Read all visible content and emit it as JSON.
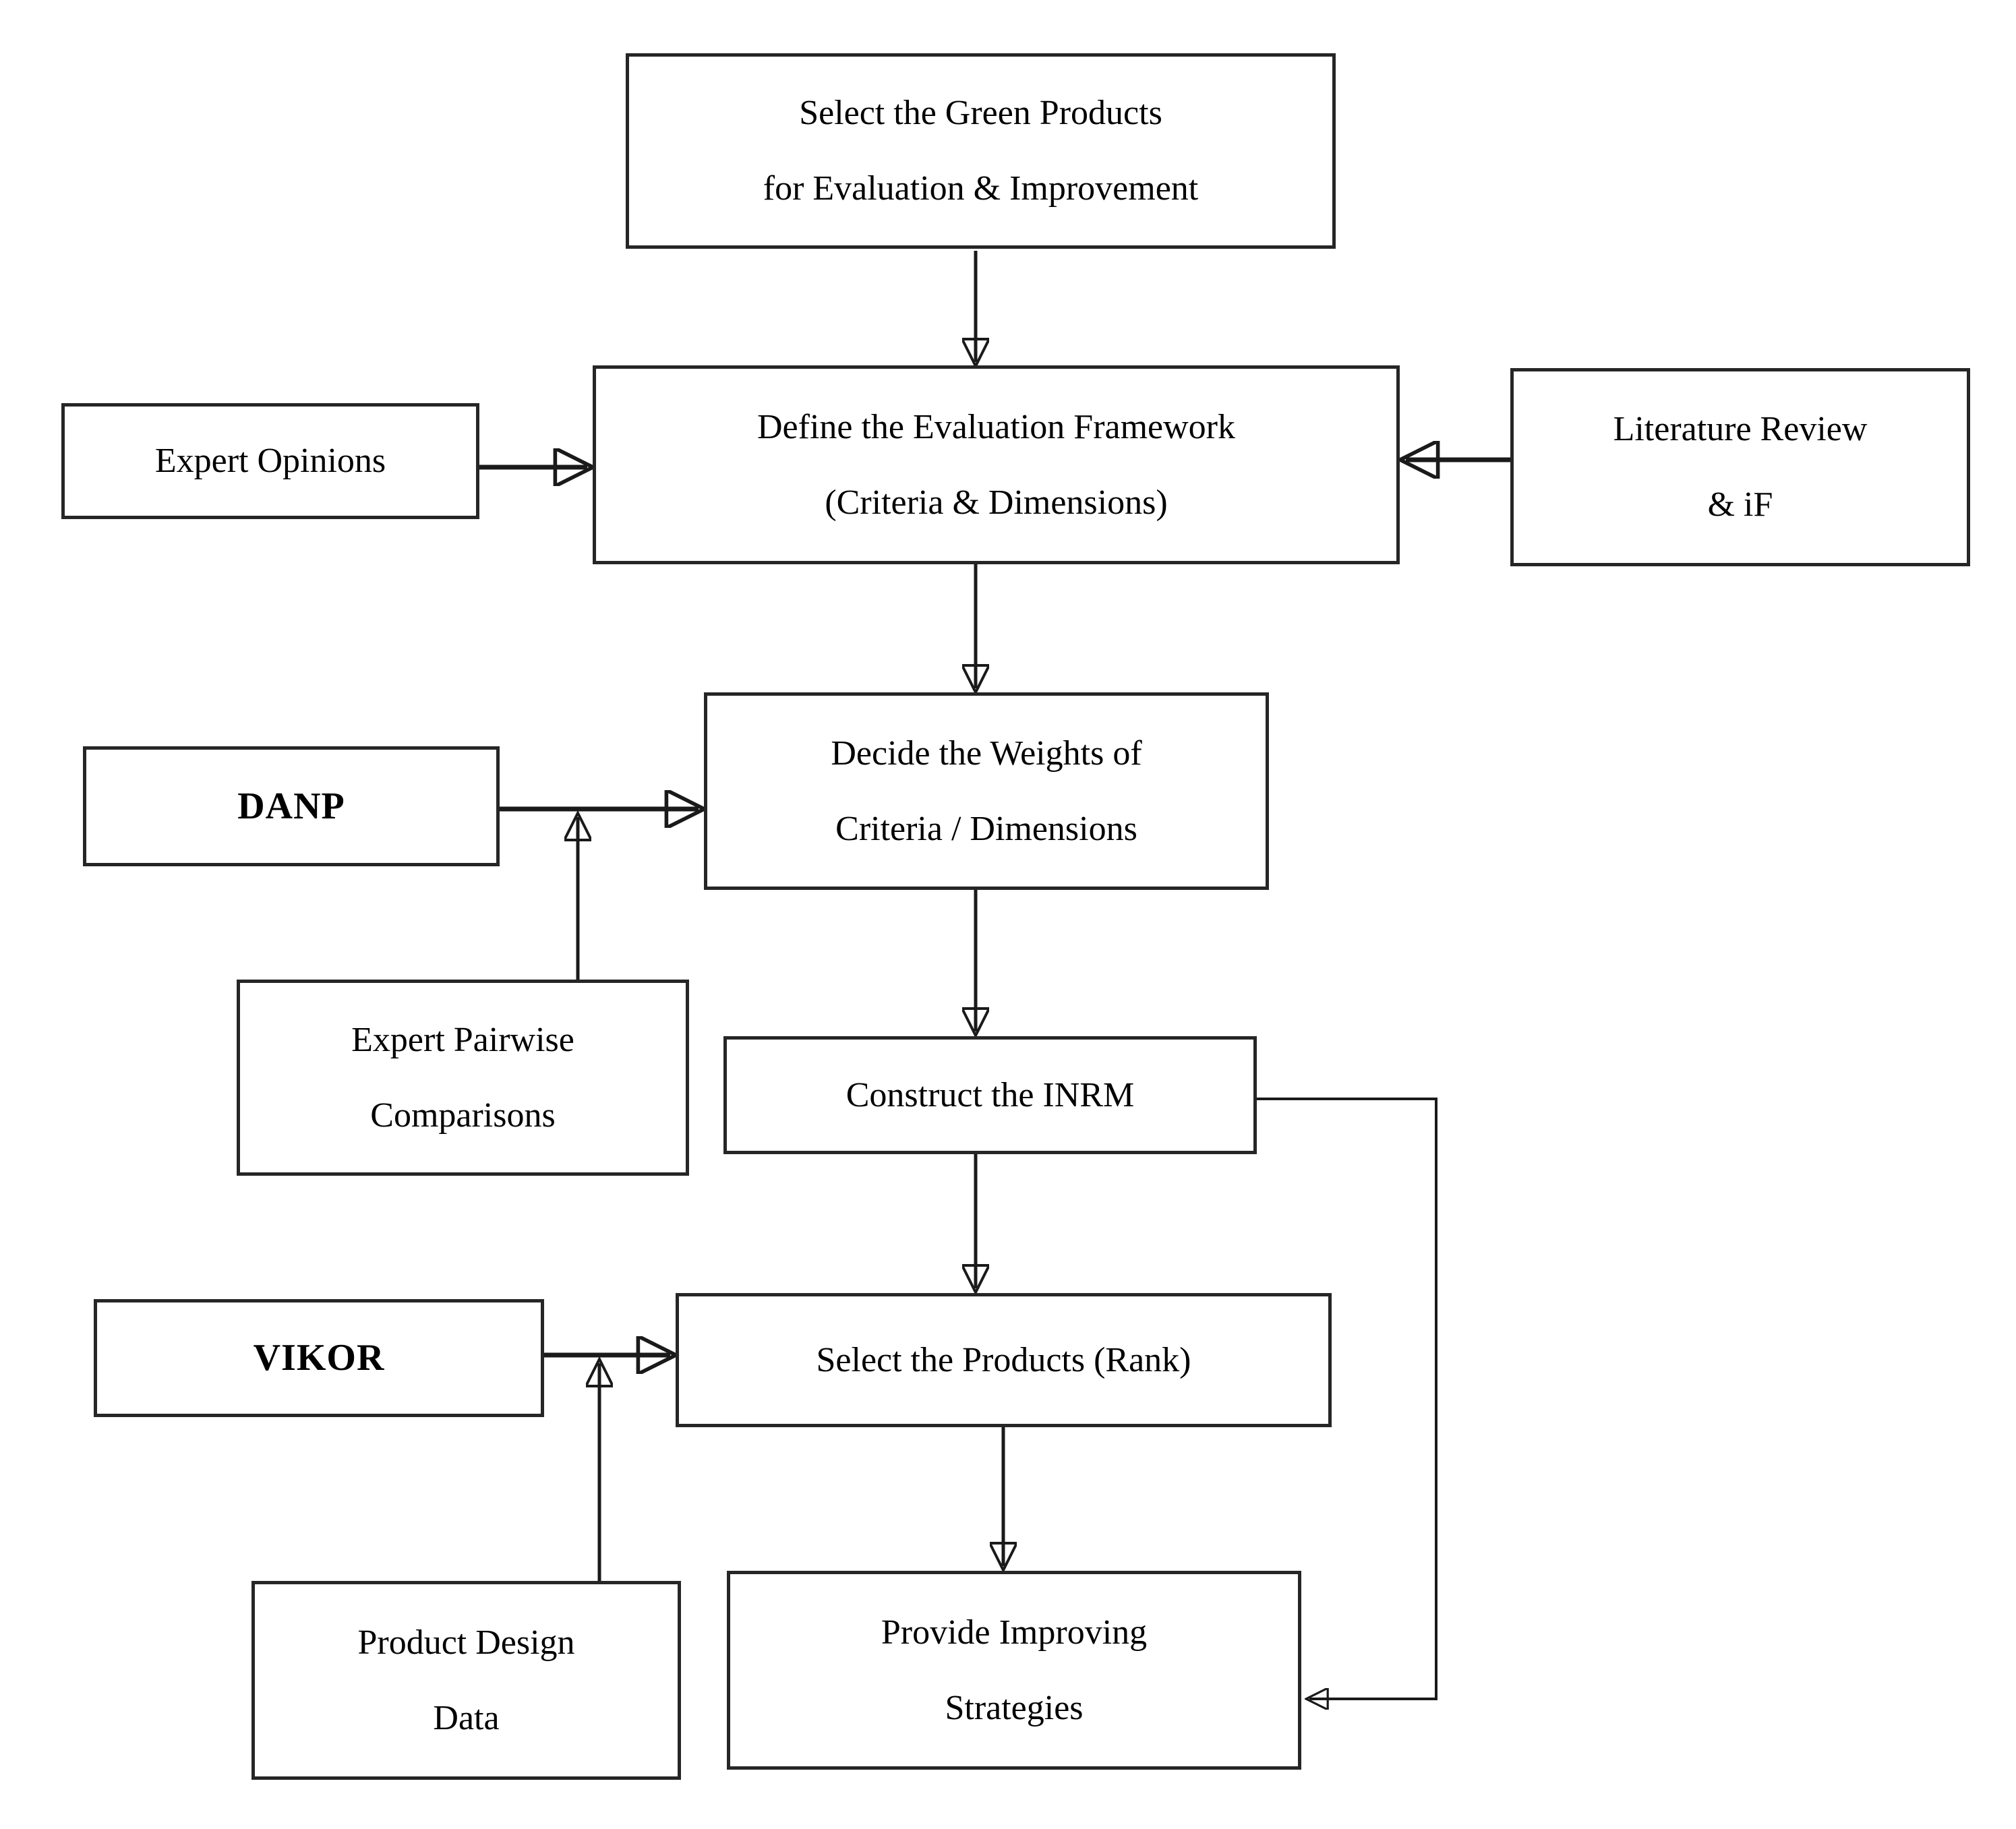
{
  "figure": {
    "type": "flowchart",
    "background_color": "#ffffff",
    "line_color": "#1a1a1a",
    "text_color": "#000000"
  },
  "nodes": {
    "select_green": {
      "line1": "Select the Green Products",
      "line2": "for Evaluation & Improvement"
    },
    "expert_opinions": {
      "line1": "Expert Opinions"
    },
    "define_framework": {
      "line1": "Define the Evaluation Framework",
      "line2": "(Criteria & Dimensions)"
    },
    "literature_review": {
      "line1": "Literature Review",
      "line2": "& iF"
    },
    "danp": {
      "line1": "DANP"
    },
    "decide_weights": {
      "line1": "Decide the Weights of",
      "line2": "Criteria / Dimensions"
    },
    "expert_pairwise": {
      "line1": "Expert Pairwise",
      "line2": "Comparisons"
    },
    "construct_inrm": {
      "line1": "Construct the INRM"
    },
    "vikor": {
      "line1": "VIKOR"
    },
    "select_products": {
      "line1": "Select the Products (Rank)"
    },
    "product_design": {
      "line1": "Product Design",
      "line2": "Data"
    },
    "provide_strategies": {
      "line1": "Provide Improving",
      "line2": "Strategies"
    }
  }
}
